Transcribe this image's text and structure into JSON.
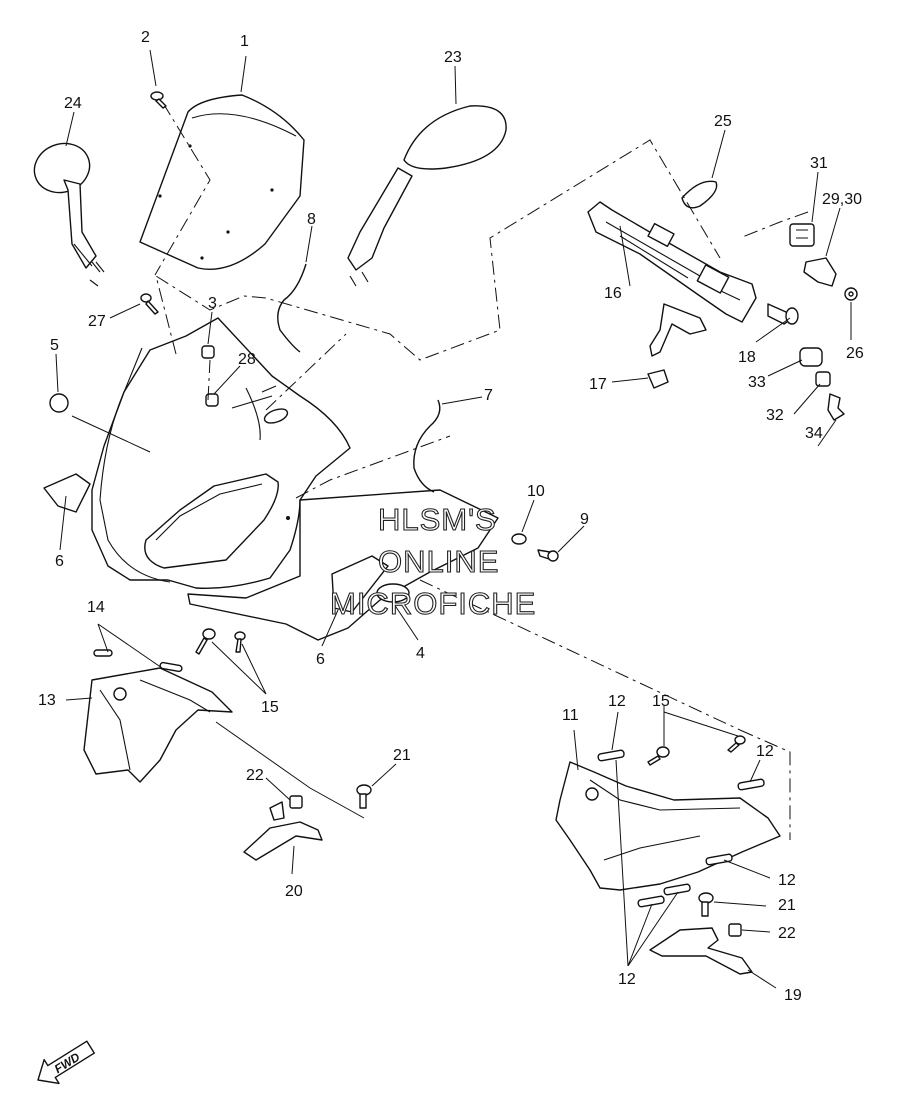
{
  "callouts": {
    "c1": "1",
    "c2": "2",
    "c3": "3",
    "c4": "4",
    "c5": "5",
    "c6a": "6",
    "c6b": "6",
    "c7": "7",
    "c8": "8",
    "c9": "9",
    "c10": "10",
    "c11": "11",
    "c12a": "12",
    "c12b": "12",
    "c12c": "12",
    "c12d": "12",
    "c13": "13",
    "c14": "14",
    "c15a": "15",
    "c15b": "15",
    "c16": "16",
    "c17": "17",
    "c18": "18",
    "c19": "19",
    "c20": "20",
    "c21a": "21",
    "c21b": "21",
    "c22a": "22",
    "c22b": "22",
    "c23": "23",
    "c24": "24",
    "c25": "25",
    "c26": "26",
    "c27": "27",
    "c28": "28",
    "c2930": "29,30",
    "c31": "31",
    "c32": "32",
    "c33": "33",
    "c34": "34"
  },
  "watermark": {
    "line1": "HLSM'S",
    "line2": "ONLINE",
    "line3": "MICROFICHE"
  },
  "fwd_badge": "FWD"
}
